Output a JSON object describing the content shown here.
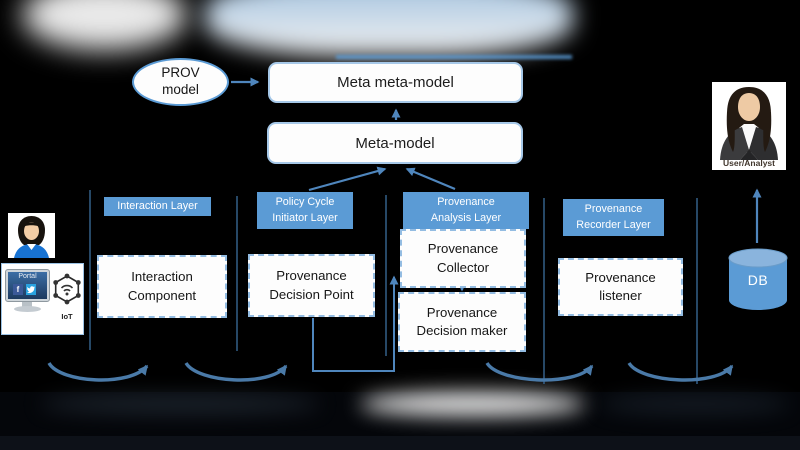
{
  "colors": {
    "accent_blue": "#5b9bd5",
    "arrow_blue": "#4f86bd",
    "arc_blue": "#4a7aa8",
    "dashed_box_border": "#93bce2",
    "background": "#000000"
  },
  "models": {
    "prov": "PROV\nmodel",
    "meta_meta": "Meta meta-model",
    "meta": "Meta-model"
  },
  "layers": {
    "interaction": {
      "header": "Interaction Layer",
      "component": "Interaction\nComponent"
    },
    "policy_cycle": {
      "header": "Policy Cycle\nInitiator Layer",
      "decision_point": "Provenance\nDecision Point"
    },
    "analysis": {
      "header": "Provenance\nAnalysis  Layer",
      "collector": "Provenance\nCollector",
      "decision_maker": "Provenance\nDecision maker"
    },
    "recorder": {
      "header": "Provenance\nRecorder Layer",
      "listener": "Provenance\nlistener"
    }
  },
  "storage": {
    "db_label": "DB"
  },
  "actors": {
    "user_analyst_caption": "User/Analyst"
  },
  "sources": {
    "portal_label": "Portal",
    "facebook_glyph": "f",
    "iot_label": "IoT"
  }
}
